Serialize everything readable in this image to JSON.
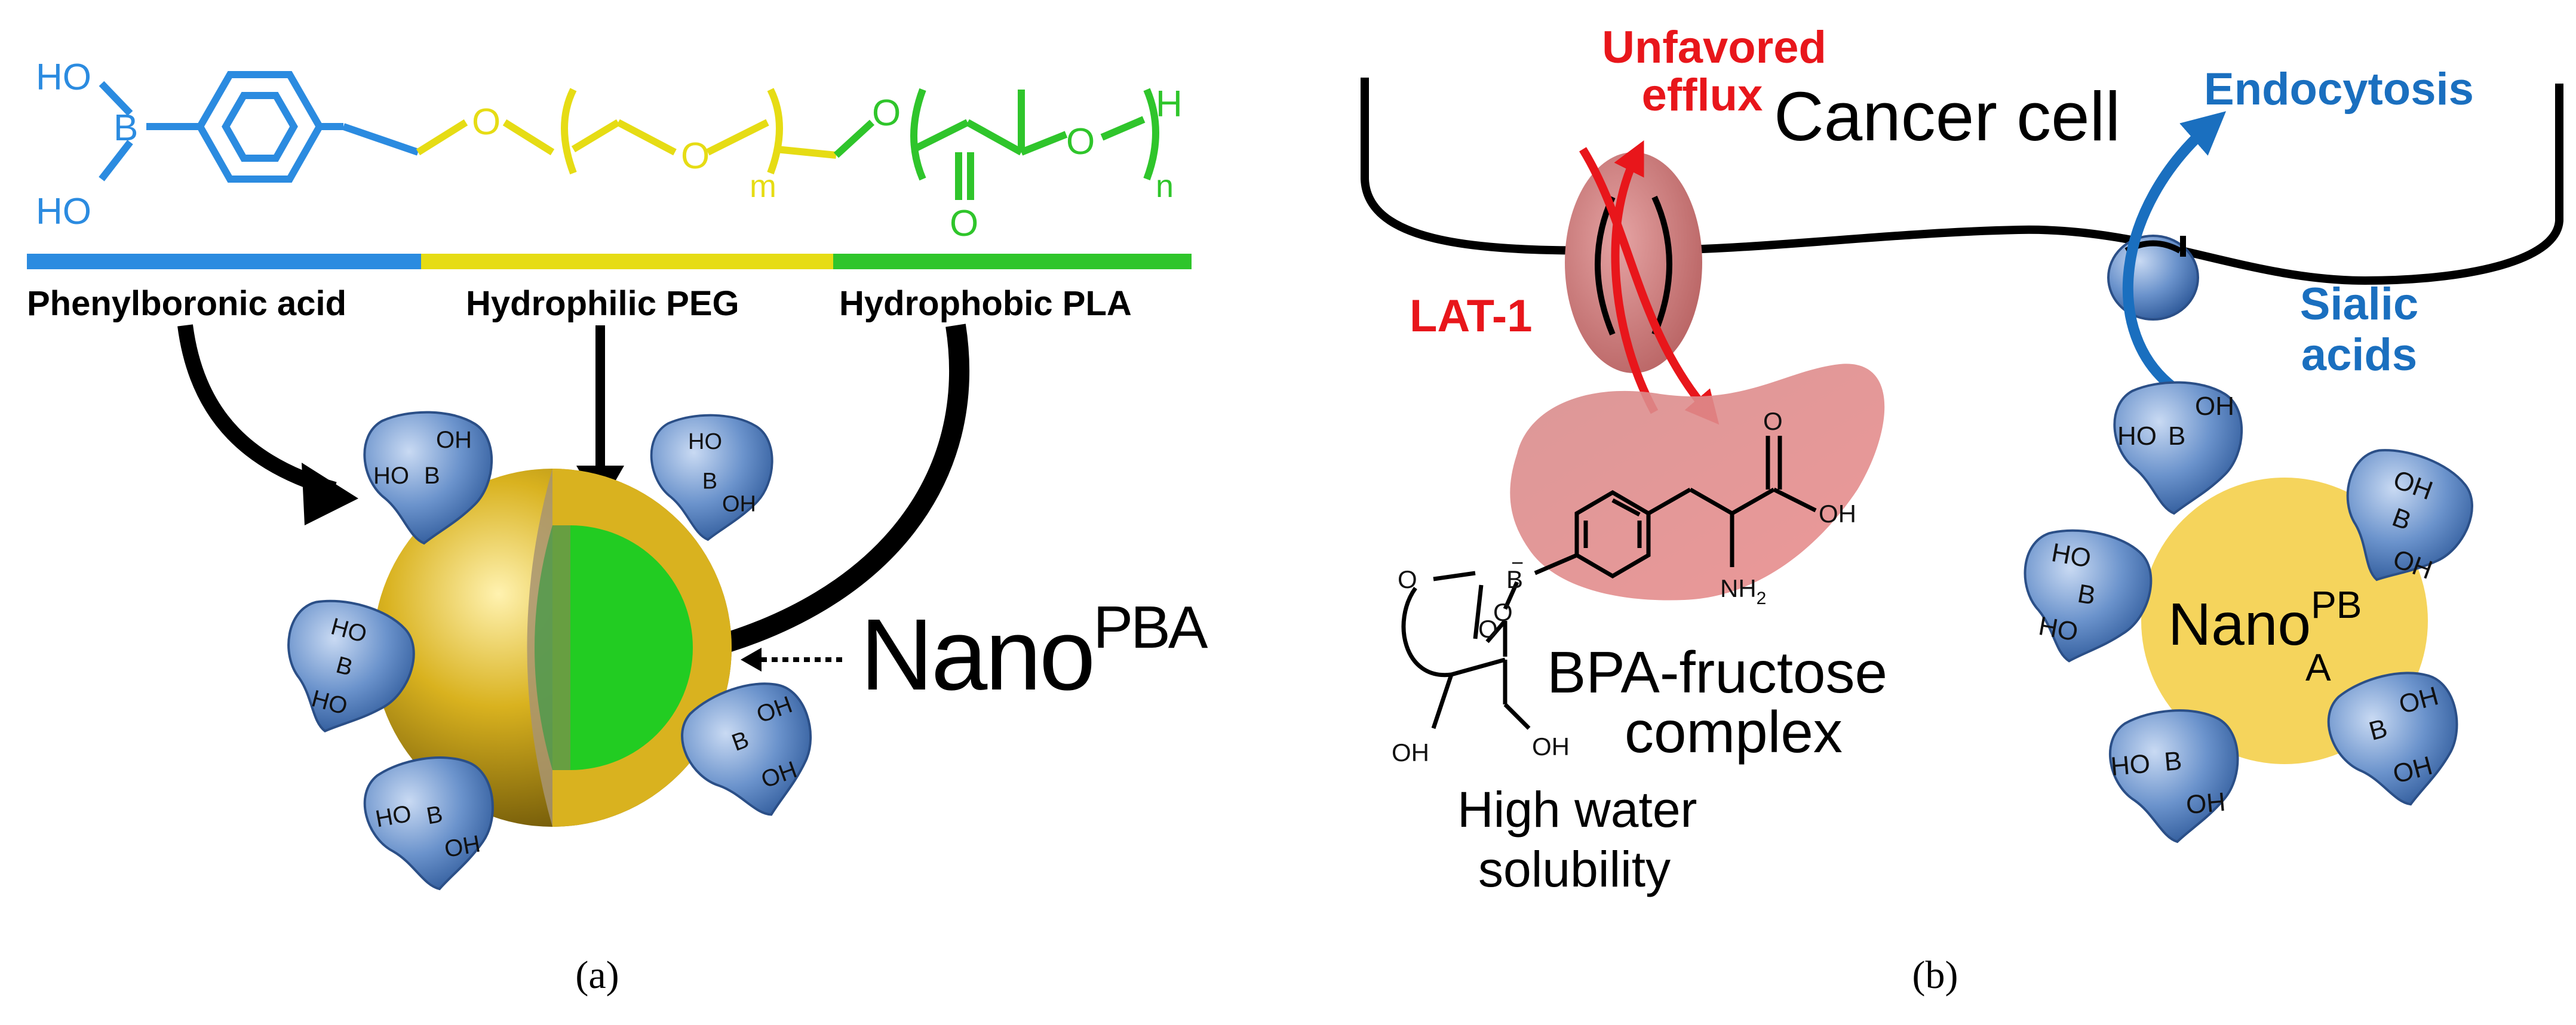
{
  "colors": {
    "pba_blue": "#2b8be0",
    "peg_yellow": "#e6dc14",
    "pla_green": "#2fc52b",
    "red": "#e8161b",
    "endo_blue": "#1a6fbf",
    "core_green": "#22cc22",
    "shell_gold": "#d9b21f",
    "nano_yellow": "#f5d45c",
    "blob_blue": "#6b93cc",
    "tissue_red": "#d97c7c"
  },
  "panel_a": {
    "structure": {
      "ho1": "HO",
      "ho2": "HO",
      "boron": "B",
      "o1": "O",
      "o2": "O",
      "o3": "O",
      "o4": "O",
      "carbonyl_o": "O",
      "m": "m",
      "n": "n",
      "h": "H"
    },
    "segments": [
      "Phenylboronic acid",
      "Hydrophilic PEG",
      "Hydrophobic PLA"
    ],
    "nano_label": "Nano",
    "nano_sup": "PBA",
    "caption": "(a)",
    "ligand_text": {
      "ho": "HO",
      "oh": "OH",
      "b": "B"
    }
  },
  "panel_b": {
    "cancer_cell": "Cancer cell",
    "unfavored": "Unfavored",
    "efflux": "efflux",
    "endocytosis": "Endocytosis",
    "lat1": "LAT-1",
    "sialic1": "Sialic",
    "sialic2": "acids",
    "bpa_line1": "BPA-fructose",
    "bpa_line2": "complex",
    "water_line1": "High water",
    "water_line2": "solubility",
    "nano_label": "Nano",
    "nano_sup": "PB",
    "nano_sub": "A",
    "caption": "(b)",
    "chem": {
      "o": "O",
      "oh": "OH",
      "nh2": "NH",
      "nh2_sub": "2",
      "b": "B",
      "minus": "−",
      "oh_low": "OH"
    }
  }
}
